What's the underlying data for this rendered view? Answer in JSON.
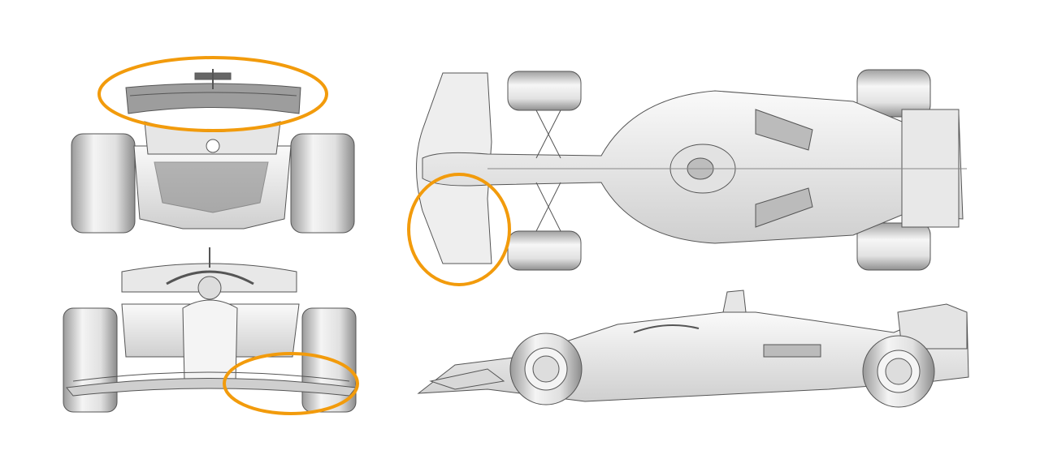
{
  "colors": {
    "background": "#ffffff",
    "highlight": "#f29b0c",
    "line": "#5a5a5a",
    "body_fill": "#ececec",
    "tyre_fill": "#d6d6d6"
  },
  "views": [
    "rear-view",
    "front-view",
    "top-view",
    "side-view"
  ],
  "highlights": [
    "rear-wing",
    "front-wing-endplate-front-view",
    "front-wing-top-view"
  ]
}
